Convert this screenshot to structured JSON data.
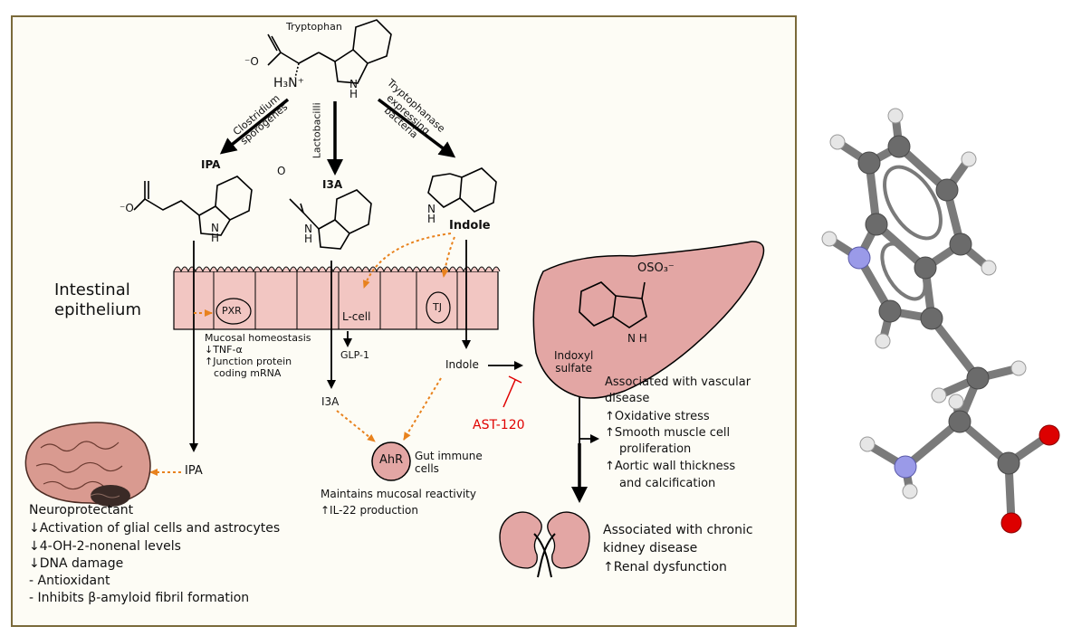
{
  "molecules": {
    "tryptophan": "Tryptophan",
    "tryptophan_charge_o": "⁻O",
    "tryptophan_amine": "H₃N⁺",
    "ipa": "IPA",
    "i3a": "I3A",
    "indole": "Indole",
    "n_h": "N\nH",
    "carboxylate": "⁻O",
    "aldehyde_o": "O",
    "oso3": "OSO₃⁻"
  },
  "bacteria": {
    "clostridium": "Clostridium\nsporogenes",
    "lactobacilli": "Lactobacilli",
    "tryptophanase": "Tryptophanase\nexpressing\nbacteria"
  },
  "epithelium": {
    "label": "Intestinal\nepithelium",
    "pxr": "PXR",
    "lcell": "L-cell",
    "tj": "TJ",
    "glp1": "GLP-1"
  },
  "effects": {
    "pxr_effects": [
      "Mucosal homeostasis",
      "↓TNF-α",
      "↑Junction protein",
      "coding mRNA"
    ],
    "i3a_lower": "I3A",
    "indole_lower": "Indole",
    "ahr": "AhR",
    "gut_immune": "Gut immune\ncells",
    "ahr_effects": [
      "Maintains mucosal reactivity",
      "↑IL-22 production"
    ],
    "ast120": "AST-120",
    "indoxyl": "Indoxyl\nsulfate",
    "vascular": [
      "Associated with vascular",
      "disease",
      "↑Oxidative stress",
      "↑Smooth muscle cell",
      "proliferation",
      "↑Aortic wall thickness",
      "and calcification"
    ],
    "ckd": [
      "Associated with chronic",
      "kidney disease",
      "↑Renal dysfunction"
    ],
    "ipa_lower": "IPA",
    "neuro": [
      "Neuroprotectant",
      "↓Activation of glial cells and astrocytes",
      "↓4-OH-2-nonenal levels",
      "↓DNA damage",
      "- Antioxidant",
      "- Inhibits β-amyloid fibril formation"
    ]
  },
  "colors": {
    "frame": "#7a6a3a",
    "tissue": "#f2c6c2",
    "liver": "#e3a6a4",
    "dotted": "#e8821e",
    "inhibitor": "#e00000",
    "carbon": "#6b6b6b",
    "nitrogen": "#9a9ae8",
    "oxygen": "#dd0000",
    "hydrogen": "#e6e6e6"
  }
}
